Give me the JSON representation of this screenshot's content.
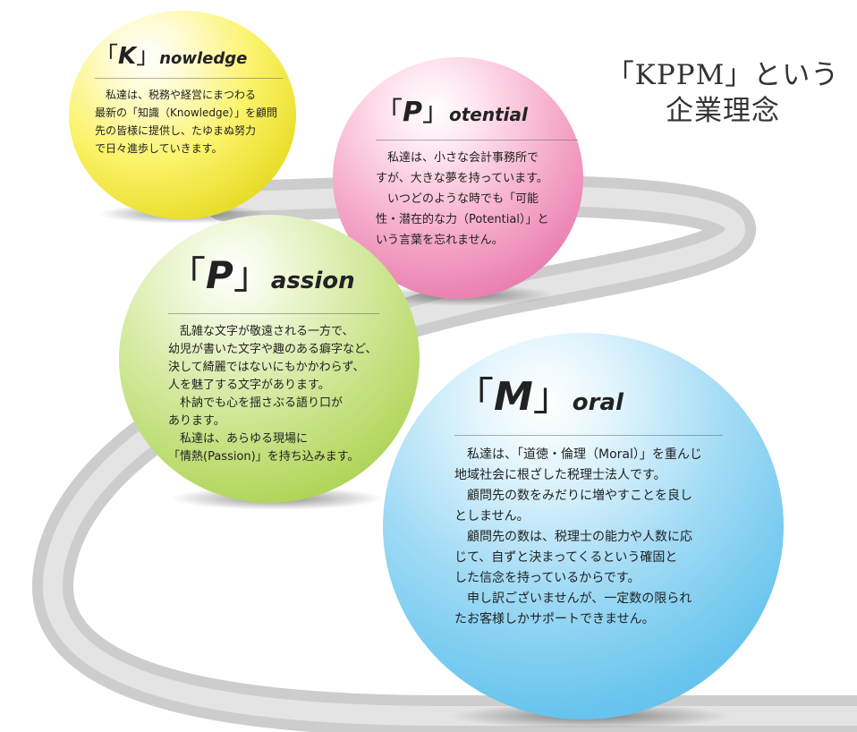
{
  "title": {
    "line1": "「KPPM」という",
    "line2": "企業理念"
  },
  "colors": {
    "knowledge": "#f8ee55",
    "potential": "#f3a2c6",
    "passion": "#c3e07a",
    "moral": "#7ccbf0",
    "road": "#cfcfcf"
  },
  "spheres": {
    "knowledge": {
      "open": "「",
      "letter": "K",
      "close": "」",
      "rest": "nowledge",
      "lines": [
        "　私達は、税務や経営にまつわる",
        "最新の「知識（Knowledge）」を顧問",
        "先の皆様に提供し、たゆまぬ努力",
        "で日々進歩していきます。"
      ]
    },
    "potential": {
      "open": "「",
      "letter": "P",
      "close": "」",
      "rest": "otential",
      "lines": [
        "　私達は、小さな会計事務所で",
        "すが、大きな夢を持っています。",
        "　いつどのような時でも「可能",
        "性・潜在的な力（Potential）」と",
        "いう言葉を忘れません。"
      ]
    },
    "passion": {
      "open": "「",
      "letter": "P",
      "close": "」",
      "rest": "assion",
      "lines": [
        "　乱雑な文字が敬遠される一方で、",
        "幼児が書いた文字や趣のある癖字など、",
        "決して綺麗ではないにもかかわらず、",
        "人を魅了する文字があります。",
        "　朴訥でも心を揺さぶる語り口が",
        "あります。",
        "　私達は、あらゆる現場に",
        "「情熱(Passion)」を持ち込みます。"
      ]
    },
    "moral": {
      "open": "「",
      "letter": "M",
      "close": "」",
      "rest": "oral",
      "lines": [
        "　私達は、「道徳・倫理（Moral）」を重んじ",
        "地域社会に根ざした税理士法人です。",
        "　顧問先の数をみだりに増やすことを良し",
        "としません。",
        "　顧問先の数は、税理士の能力や人数に応",
        "じて、自ずと決まってくるという確固と",
        "した信念を持っているからです。",
        "　申し訳ございませんが、一定数の限られ",
        "たお客様しかサポートできません。"
      ]
    }
  }
}
